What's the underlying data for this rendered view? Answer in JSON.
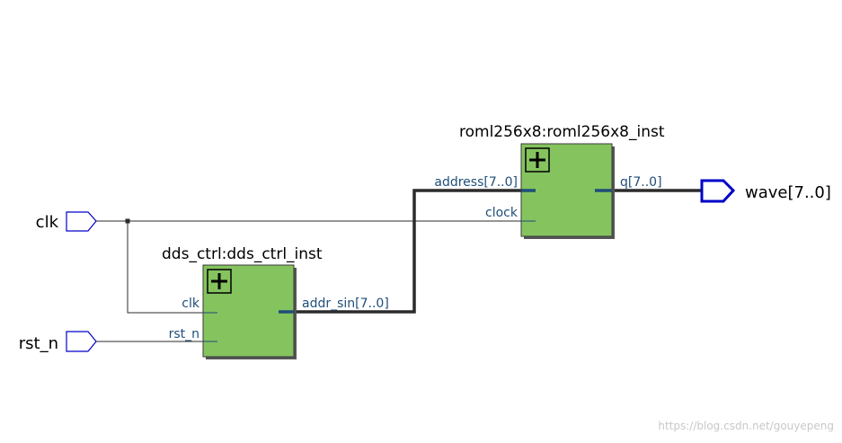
{
  "colors": {
    "wire": "#2b2b2b",
    "pin_wire": "#1f4e79",
    "port": "#0000c8",
    "block_fill": "#85c35f",
    "block_shadow": "#555555"
  },
  "ports": {
    "clk": "clk",
    "rst_n": "rst_n",
    "wave": "wave[7..0]"
  },
  "dds_ctrl": {
    "instance_name": "dds_ctrl:dds_ctrl_inst",
    "pins": {
      "clk": "clk",
      "rst_n": "rst_n",
      "addr_sin": "addr_sin[7..0]"
    }
  },
  "roml256x8": {
    "instance_name": "roml256x8:roml256x8_inst",
    "pins": {
      "address": "address[7..0]",
      "clock": "clock",
      "q": "q[7..0]"
    }
  },
  "watermark": "https://blog.csdn.net/gouyepeng",
  "icons": {
    "expand": "plus-box-icon"
  }
}
